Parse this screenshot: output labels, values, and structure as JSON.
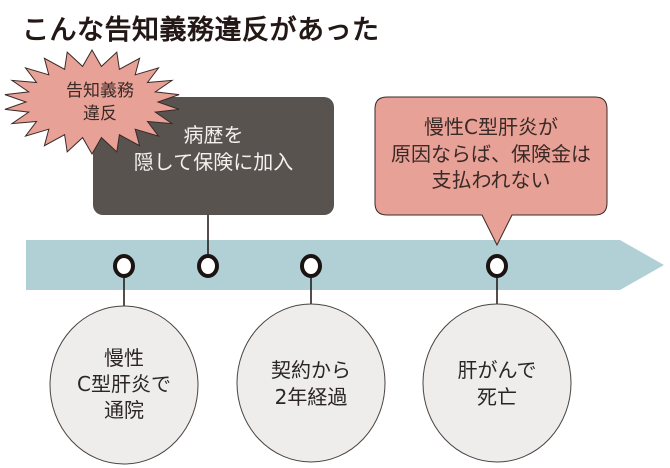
{
  "title": "こんな告知義務違反があった",
  "colors": {
    "band": "#b1d0d6",
    "dark_box": "#595350",
    "pink": "#e8a196",
    "circle_fill": "#eeedeb",
    "marker_stroke": "#1a1311"
  },
  "burst": {
    "line1": "告知義務",
    "line2": "違反"
  },
  "concealment_box": {
    "line1": "病歴を",
    "line2": "隠して保険に加入"
  },
  "callout": {
    "line1": "慢性C型肝炎が",
    "line2": "原因ならば、保険金は",
    "line3": "支払われない"
  },
  "events": [
    {
      "line1": "慢性",
      "line2": "C型肝炎で",
      "line3": "通院"
    },
    {
      "line1": "契約から",
      "line2": "2年経過"
    },
    {
      "line1": "肝がんで",
      "line2": "死亡"
    }
  ]
}
